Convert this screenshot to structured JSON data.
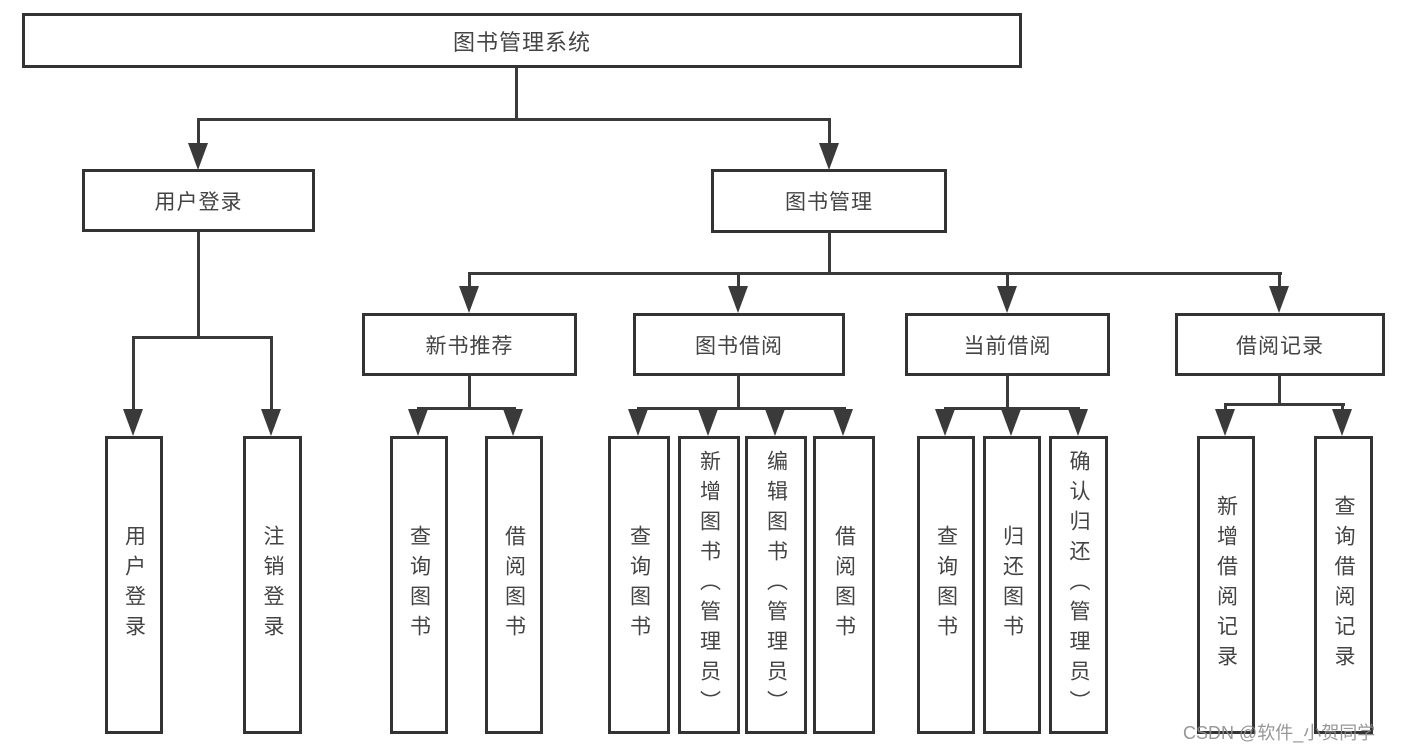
{
  "diagram": {
    "root": {
      "label": "图书管理系统"
    },
    "nodes": {
      "user_login": {
        "label": "用户登录",
        "children": [
          "用户登录",
          "注销登录"
        ]
      },
      "book_mgmt": {
        "label": "图书管理"
      },
      "new_book": {
        "label": "新书推荐",
        "children": [
          "查询图书",
          "借阅图书"
        ]
      },
      "borrow": {
        "label": "图书借阅",
        "children": [
          "查询图书",
          "新增图书（管理员）",
          "编辑图书（管理员）",
          "借阅图书"
        ]
      },
      "current": {
        "label": "当前借阅",
        "children": [
          "查询图书",
          "归还图书",
          "确认归还（管理员）"
        ]
      },
      "records": {
        "label": "借阅记录",
        "children": [
          "新增借阅记录",
          "查询借阅记录"
        ]
      }
    },
    "colors": {
      "line": "#3a3a3a",
      "border": "#333333",
      "text": "#444444",
      "background": "#ffffff",
      "watermark": "#8c8c8c"
    },
    "watermark": "CSDN @软件_小贺同学"
  }
}
